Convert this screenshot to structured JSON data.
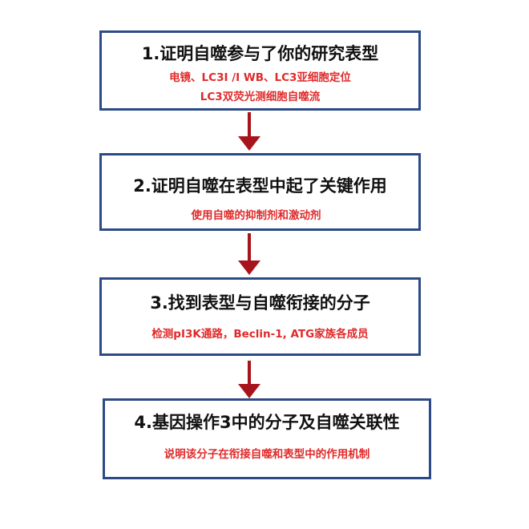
{
  "steps": [
    {
      "title": "1.证明自噬参与了你的研究表型",
      "lines": [
        "电镜、LC3I /I WB、LC3亚细胞定位",
        "LC3双荧光测细胞自噬流"
      ]
    },
    {
      "title": "2.证明自噬在表型中起了关键作用",
      "lines": [
        "使用自噬的抑制剂和激动剂"
      ]
    },
    {
      "title": "3.找到表型与自噬衔接的分子",
      "lines": [
        "检测pI3K通路，Beclin-1, ATG家族各成员"
      ]
    },
    {
      "title": "4.基因操作3中的分子及自噬关联性",
      "lines": [
        "说明该分子在衔接自噬和表型中的作用机制"
      ]
    }
  ],
  "colors": {
    "border": "#2c4a85",
    "arrow": "#a8141c",
    "subtext": "#e02a2a"
  }
}
